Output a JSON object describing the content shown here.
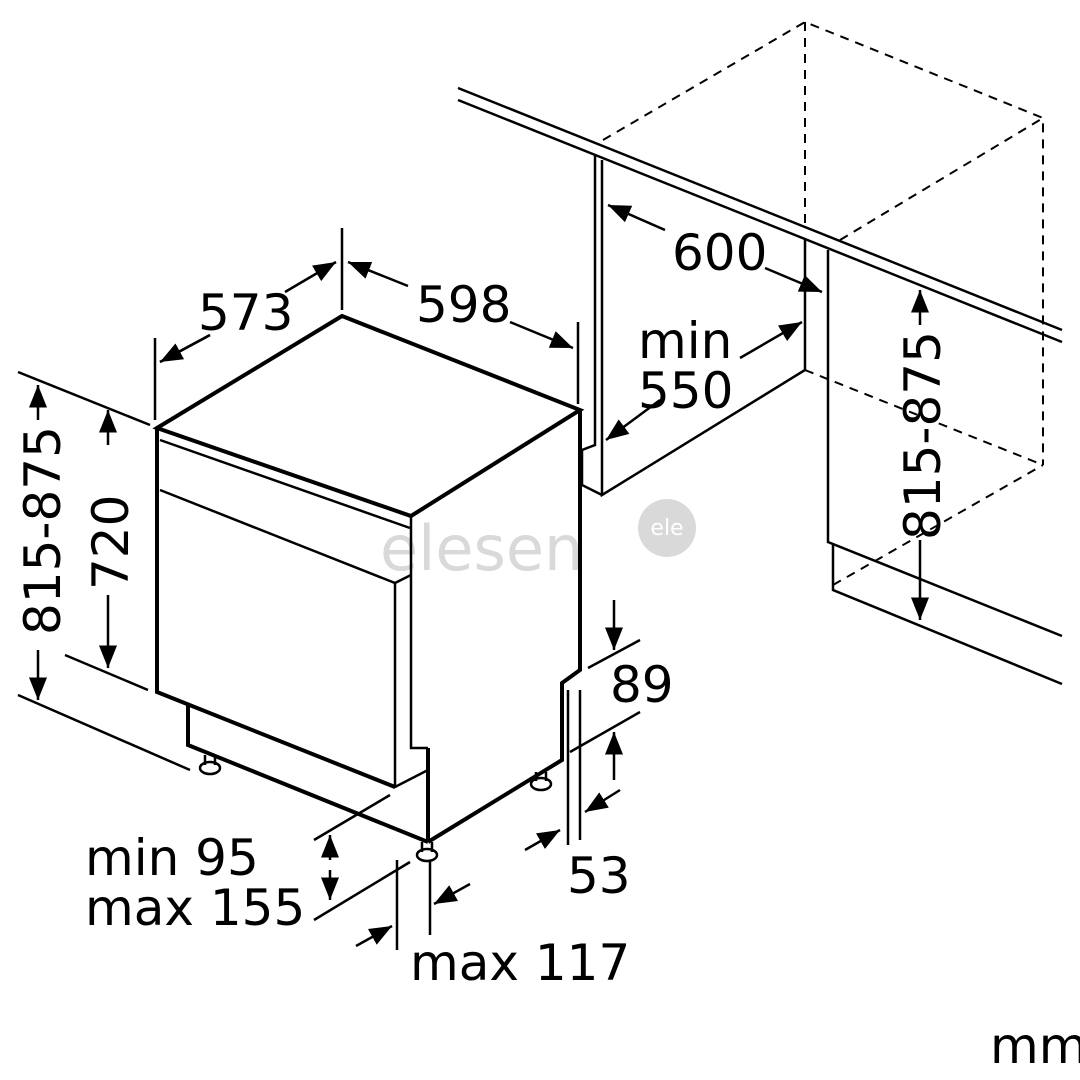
{
  "watermark": {
    "text": "elesen",
    "badge": "ele",
    "color": "#d9d9d9"
  },
  "unit": "mm",
  "dimensions": {
    "depth": "573",
    "width": "598",
    "niche_width": "600",
    "niche_depth_min": "min",
    "niche_depth_val": "550",
    "height_range_left": "815-875",
    "height_body": "720",
    "height_range_right": "815-875",
    "plinth_dim": "89",
    "side_dim": "53",
    "plinth_min": "min 95",
    "plinth_max": "max 155",
    "door_offset": "max 117"
  }
}
